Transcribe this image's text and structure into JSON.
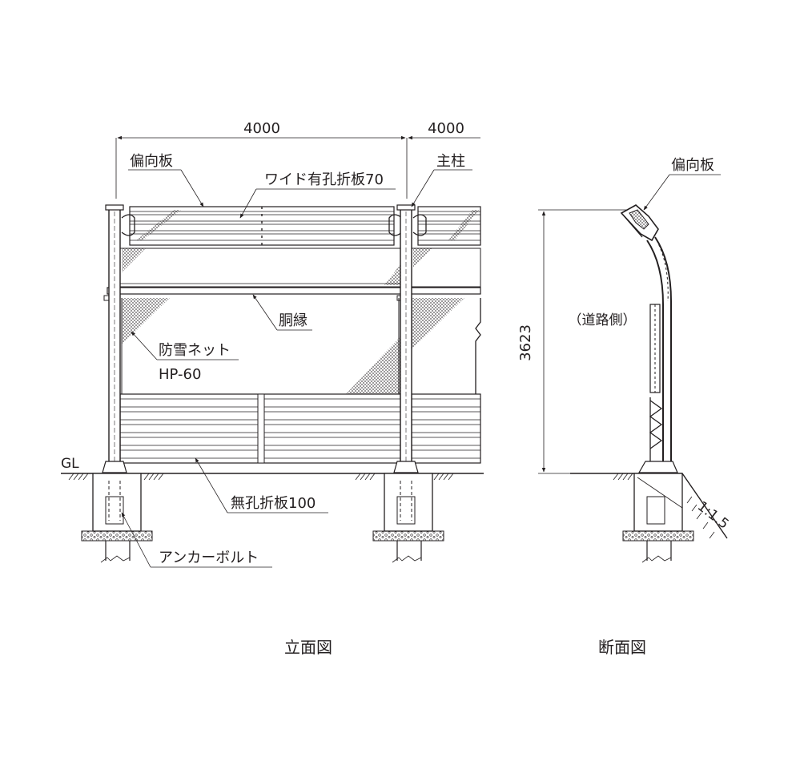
{
  "elevation": {
    "dim_span_main": "4000",
    "dim_span_right": "4000",
    "label_deflector": "偏向板",
    "label_wide_perforated": "ワイド有孔折板70",
    "label_main_post": "主柱",
    "label_waist_edge": "胴縁",
    "label_snow_net": "防雪ネット",
    "label_snow_net_model": "HP-60",
    "label_gl": "GL",
    "label_non_perforated": "無孔折板100",
    "label_anchor_bolt": "アンカーボルト",
    "title": "立面図"
  },
  "section": {
    "label_deflector": "偏向板",
    "label_road_side": "（道路側）",
    "dim_height": "3623",
    "slope": "1:1.5",
    "title": "断面図"
  }
}
